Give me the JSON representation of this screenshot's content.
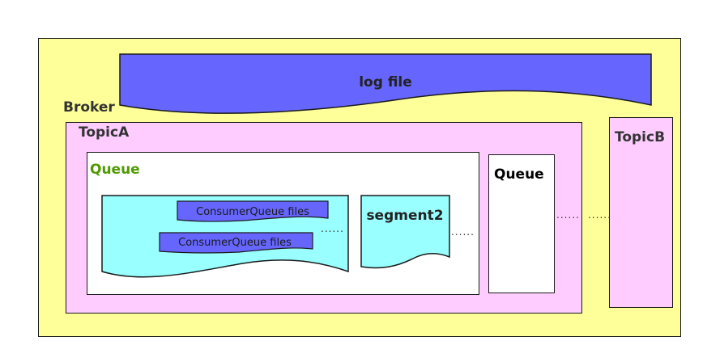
{
  "broker": {
    "label": "Broker"
  },
  "log_file": {
    "label": "log file"
  },
  "topic_a": {
    "label": "TopicA",
    "queue": {
      "label": "Queue",
      "consumer_queue_files": [
        "ConsumerQueue files",
        "ConsumerQueue files"
      ],
      "segment_label": "segment2"
    },
    "queue2": {
      "label": "Queue"
    }
  },
  "topic_b": {
    "label": "TopicB"
  },
  "ellipsis": "......",
  "colors": {
    "broker_fill": "#ffff99",
    "topic_fill": "#ffccff",
    "log_file_fill": "#6666ff",
    "segment_fill": "#99ffff",
    "queue_label": "#4f9a00"
  }
}
